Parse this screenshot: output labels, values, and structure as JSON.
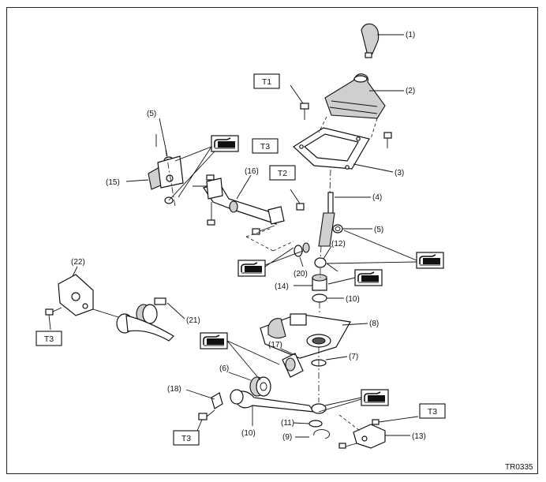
{
  "figure_code": "TR0335",
  "callouts": {
    "c1": "(1)",
    "c2": "(2)",
    "c3": "(3)",
    "c4": "(4)",
    "c5a": "(5)",
    "c5b": "(5)",
    "c6": "(6)",
    "c7": "(7)",
    "c8": "(8)",
    "c9": "(9)",
    "c10a": "(10)",
    "c10b": "(10)",
    "c11": "(11)",
    "c12": "(12)",
    "c13": "(13)",
    "c14": "(14)",
    "c15": "(15)",
    "c16": "(16)",
    "c17": "(17)",
    "c18": "(18)",
    "c20": "(20)",
    "c21": "(21)",
    "c22": "(22)"
  },
  "torque_tags": {
    "t1": "T1",
    "t2": "T2",
    "t3a": "T3",
    "t3b": "T3",
    "t3c": "T3",
    "t3d": "T3"
  },
  "icons": [
    "grease-icon"
  ]
}
